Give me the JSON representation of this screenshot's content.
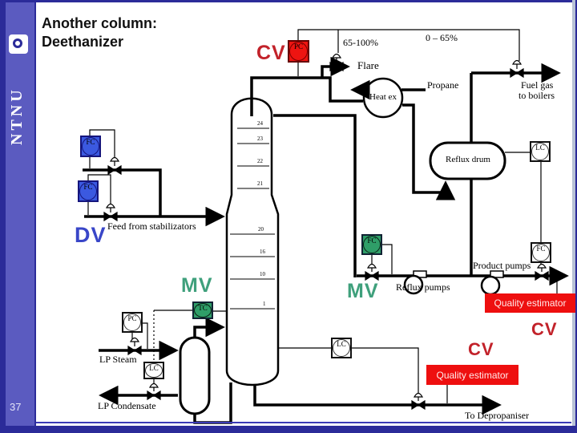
{
  "slide": {
    "number": "37"
  },
  "sidebar": {
    "logo_text": "NTNU"
  },
  "title": {
    "line1": "Another column:",
    "line2": "Deethanizer"
  },
  "annotations": {
    "cv_top": "CV",
    "cv_product": "CV",
    "cv_bottoms": "CV",
    "mv_reflux": "MV",
    "mv_temperature": "MV",
    "dv_feed": "DV",
    "range_flare_valve": "65-100%",
    "range_fuelgas_valve": "0 – 65%"
  },
  "labels": {
    "flare": "Flare",
    "propane": "Propane",
    "heat_ex": "Heat ex",
    "fuel_gas_line1": "Fuel gas",
    "fuel_gas_line2": "to boilers",
    "reflux_drum": "Reflux drum",
    "reflux_pumps": "Reflux pumps",
    "product_pumps": "Product pumps",
    "feed": "Feed from stabilizators",
    "lp_steam": "LP Steam",
    "lp_condensate": "LP Condensate",
    "to_depropaniser": "To Depropaniser",
    "quality_estimator_top": "Quality estimator",
    "quality_estimator_bottom": "Quality estimator"
  },
  "controllers": [
    {
      "id": "pc-overhead",
      "label": "PC"
    },
    {
      "id": "fc-feed-1",
      "label": "FC"
    },
    {
      "id": "fc-feed-2",
      "label": "FC"
    },
    {
      "id": "lc-reflux-drum",
      "label": "LC"
    },
    {
      "id": "fc-reflux",
      "label": "FC"
    },
    {
      "id": "fc-product",
      "label": "FC"
    },
    {
      "id": "tc-column",
      "label": "TC"
    },
    {
      "id": "pc-steam",
      "label": "PC"
    },
    {
      "id": "lc-condensate",
      "label": "LC"
    },
    {
      "id": "lc-bottoms",
      "label": "LC"
    }
  ],
  "trays": {
    "t24": "24",
    "t23": "23",
    "t22": "22",
    "t21": "21",
    "t20": "20",
    "t16": "16",
    "t10": "10",
    "t1": "1"
  },
  "colors": {
    "accent_red": "#c2222a",
    "accent_green": "#3fa07c",
    "accent_blue": "#3946c8",
    "box_red": "#ee1411",
    "box_blue": "#3b59e0",
    "box_green": "#2f9e68",
    "estimator_red": "#ee0f0f",
    "sidebar_navy": "#2b2b99",
    "sidebar_periwinkle": "#5b5bc0"
  }
}
